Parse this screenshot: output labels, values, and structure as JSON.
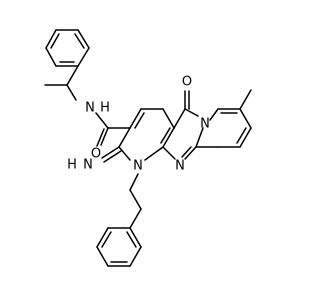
{
  "molecule": {
    "atom_labels": {
      "amide_n": "N",
      "amide_h": "H",
      "carbonyl_o": "O",
      "ring_o": "O",
      "imine_n": "N",
      "imine_h": "H",
      "ring_n1": "N",
      "ring_n2": "N",
      "ring_n3": "N"
    },
    "colors": {
      "bond": "#000000",
      "label": "#000000",
      "background": "#ffffff"
    }
  }
}
